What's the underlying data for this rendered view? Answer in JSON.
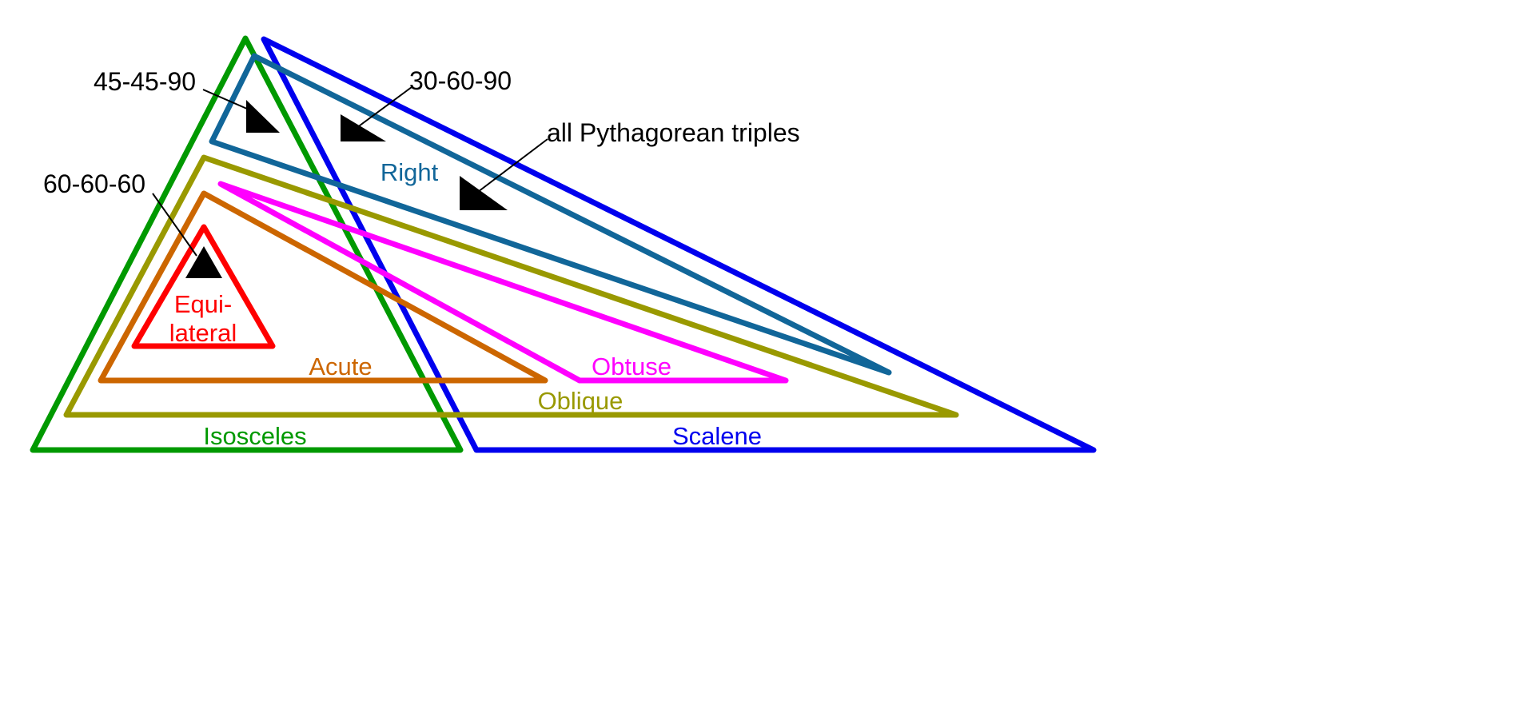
{
  "colors": {
    "isosceles": "#009900",
    "scalene": "#0000ee",
    "right": "#116699",
    "oblique": "#999900",
    "acute": "#cc6600",
    "obtuse": "#ff00ff",
    "equilateral": "#ff0000",
    "annotation": "#000000"
  },
  "labels": {
    "isosceles": "Isosceles",
    "scalene": "Scalene",
    "right": "Right",
    "oblique": "Oblique",
    "acute": "Acute",
    "obtuse": "Obtuse",
    "equilateral_line1": "Equi-",
    "equilateral_line2": "lateral"
  },
  "annotations": {
    "deg_45_45_90": "45-45-90",
    "deg_30_60_90": "30-60-90",
    "pythagorean": "all Pythagorean triples",
    "deg_60_60_60": "60-60-60"
  }
}
